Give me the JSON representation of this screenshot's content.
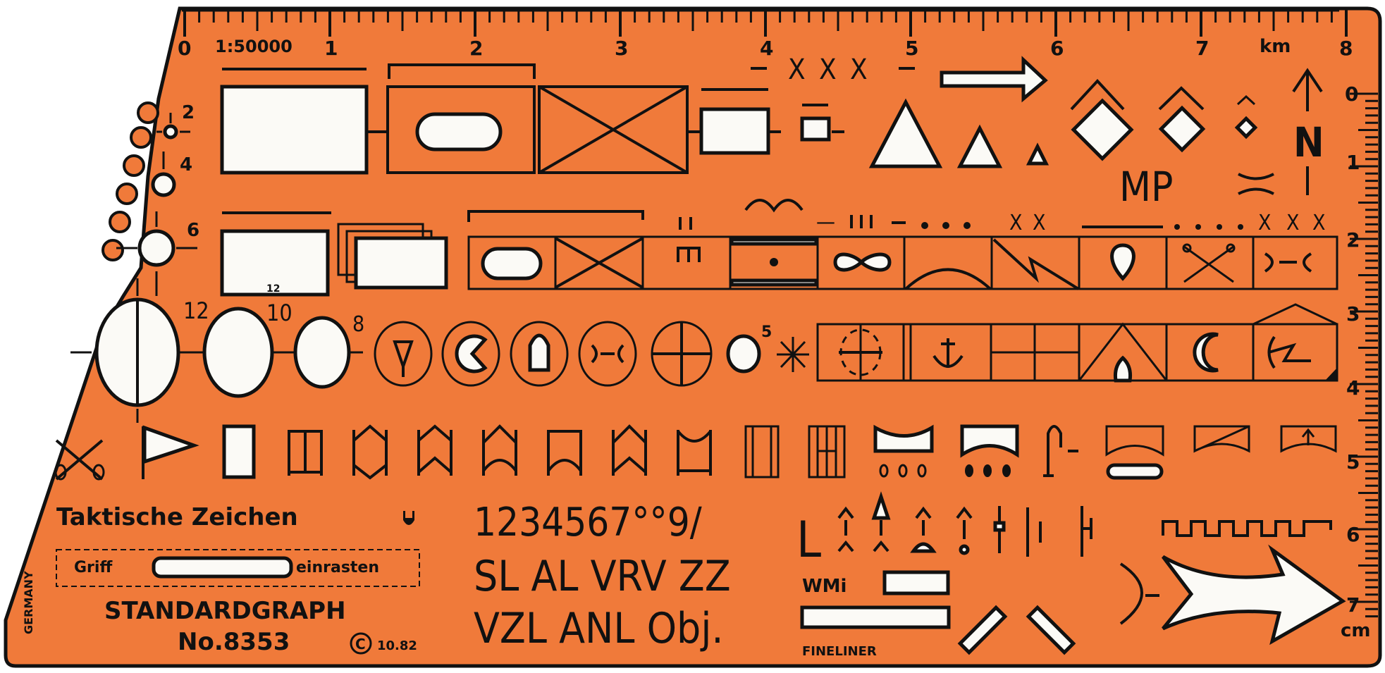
{
  "template": {
    "body_color": "#f07a3a",
    "outline_color": "#111111",
    "hole_color": "#fbfaf6",
    "title": "Taktische Zeichen",
    "manufacturer": "STANDARDGRAPH",
    "model_number": "No.8353",
    "copyright": "©",
    "date_code": "10.82",
    "origin": "GERMANY",
    "grip_left": "Griff",
    "grip_right": "einrasten",
    "pen_label": "FINELINER",
    "wmi_label": "WMi"
  },
  "top_scale": {
    "ratio": "1:50000",
    "unit": "km",
    "ticks": [
      "0",
      "1",
      "2",
      "3",
      "4",
      "5",
      "6",
      "7",
      "8"
    ]
  },
  "right_scale": {
    "unit": "cm",
    "ticks": [
      "0",
      "1",
      "2",
      "3",
      "4",
      "5",
      "6",
      "7"
    ]
  },
  "circle_sizes": {
    "small": [
      "2",
      "4",
      "6"
    ],
    "large": [
      "12",
      "10",
      "8"
    ],
    "tiny": "5"
  },
  "symbols": {
    "top_marks": [
      "—",
      "X",
      "X",
      "X",
      "—"
    ],
    "military_police": "MP",
    "north": "N",
    "box_inner_label": "12"
  },
  "lettering": {
    "digits": "1234567°°9/",
    "row1": "SL AL VRV ZZ",
    "row2": "VZL ANL Obj.",
    "l_mark": "L"
  }
}
